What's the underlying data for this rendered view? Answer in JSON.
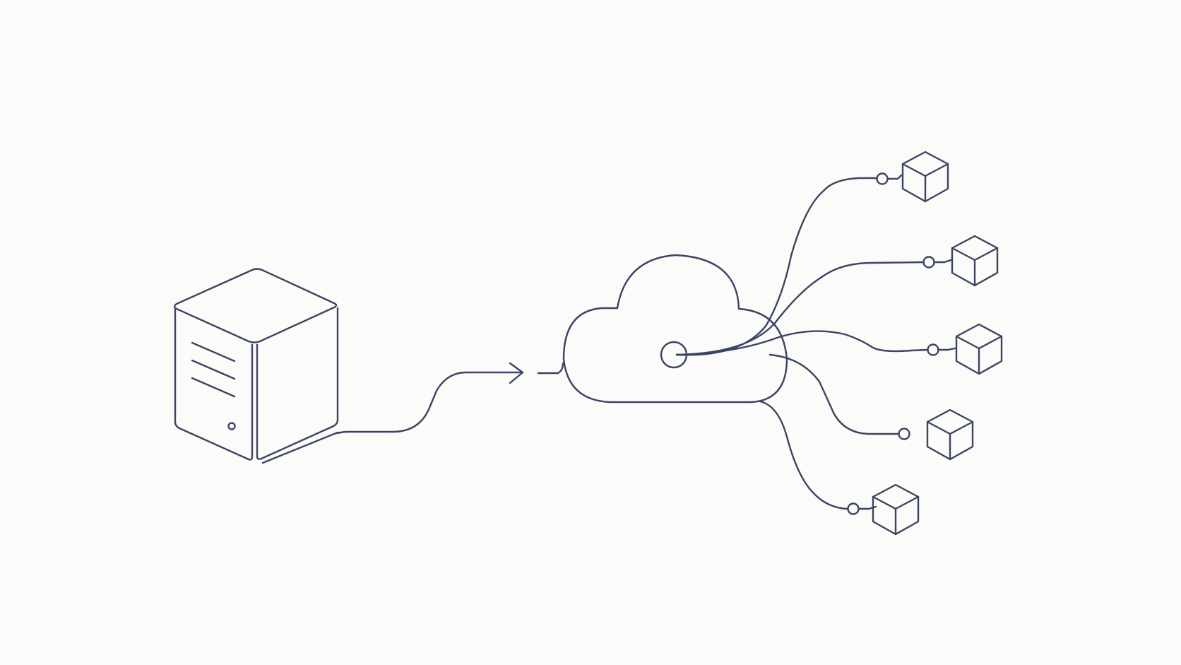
{
  "colors": {
    "background": "#fbfbf9",
    "ink": "#3b4463"
  },
  "nodes": {
    "server": {
      "icon": "server-tower-icon"
    },
    "cloud": {
      "icon": "cloud-icon",
      "hub": "hub-circle-icon"
    },
    "cubes": [
      {
        "icon": "cube-icon"
      },
      {
        "icon": "cube-icon"
      },
      {
        "icon": "cube-icon"
      },
      {
        "icon": "cube-icon"
      },
      {
        "icon": "cube-icon"
      }
    ]
  },
  "connections": [
    {
      "from": "server",
      "to": "cloud",
      "arrow": true
    },
    {
      "from": "cloud",
      "to": "cube-1",
      "endpoint": "connector-dot-icon"
    },
    {
      "from": "cloud",
      "to": "cube-2",
      "endpoint": "connector-dot-icon"
    },
    {
      "from": "cloud",
      "to": "cube-3",
      "endpoint": "connector-dot-icon"
    },
    {
      "from": "cloud",
      "to": "cube-4",
      "endpoint": "connector-dot-icon"
    },
    {
      "from": "cloud",
      "to": "cube-5",
      "endpoint": "connector-dot-icon"
    }
  ]
}
